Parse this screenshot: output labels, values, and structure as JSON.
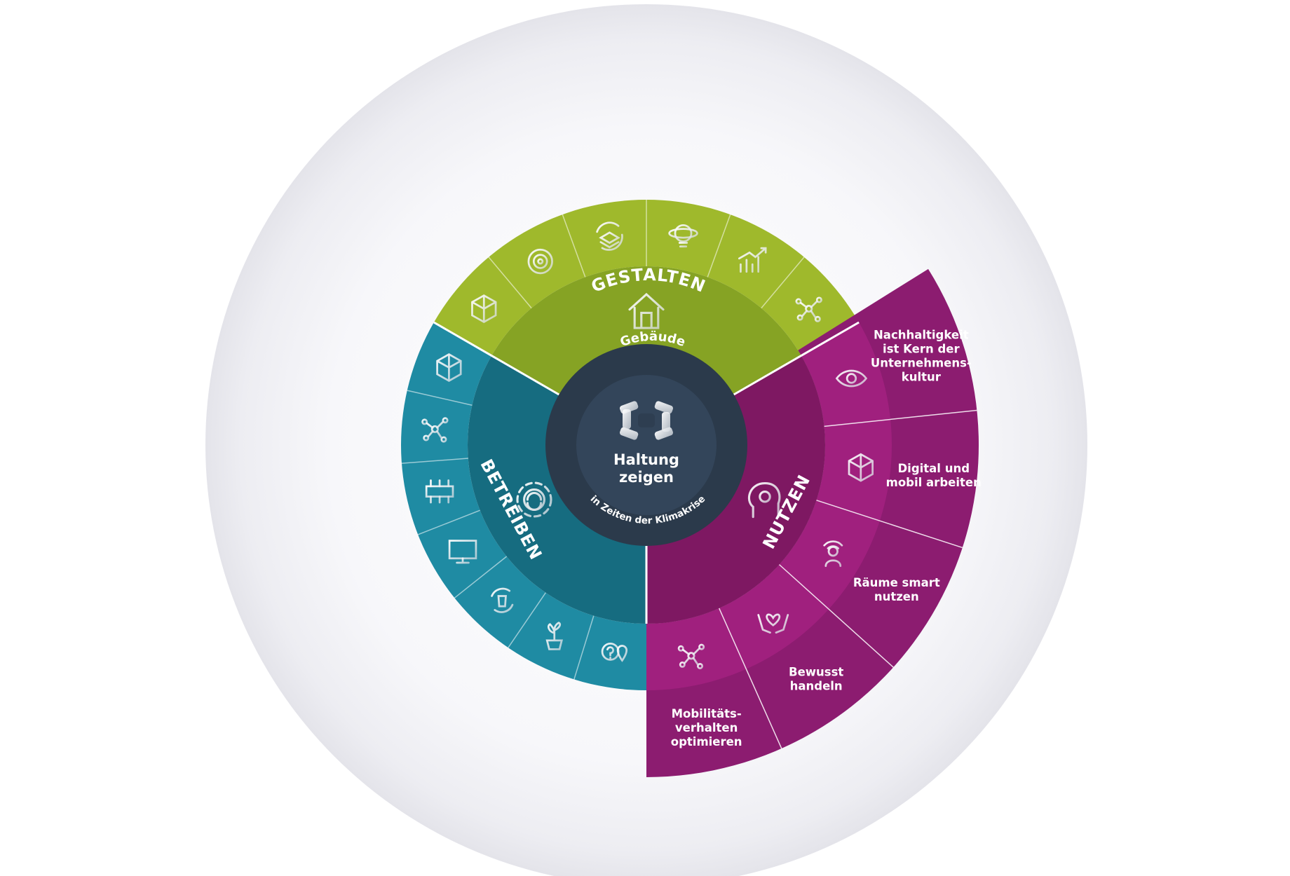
{
  "center": {
    "top_label": "Gebäude",
    "title_line1": "Haltung",
    "title_line2": "zeigen",
    "bottom_label": "in Zeiten der Klimakrise",
    "icon": "hands-circle-icon"
  },
  "segments": {
    "gestalten": {
      "label": "GESTALTEN",
      "color": "#86a324",
      "outer_color": "#9fb92c",
      "center_icon": "building-icon",
      "outer_icons": [
        "cube-icon",
        "target-icon",
        "layers-cycle-icon",
        "lightbulb-icon",
        "chart-growth-icon",
        "network-icon"
      ]
    },
    "betreiben": {
      "label": "BETREIBEN",
      "color": "#166c80",
      "outer_color": "#1f8ba3",
      "center_icon": "gear-icon",
      "outer_icons": [
        "location-question-icon",
        "plant-icon",
        "recycle-icon",
        "monitor-icon",
        "sensor-grid-icon",
        "network-icon",
        "cube-icon"
      ]
    },
    "nutzen": {
      "label": "NUTZEN",
      "color": "#7e1862",
      "outer_color": "#a0207e",
      "center_icon": "head-idea-icon",
      "outer_icons": [
        "eye-icon",
        "box-3d-icon",
        "person-wifi-icon",
        "hands-heart-icon",
        "network-icon"
      ],
      "outer_labels": [
        [
          "Nachhaltigkeit",
          "ist Kern der",
          "Unternehmens-",
          "kultur"
        ],
        [
          "Digital und",
          "mobil arbeiten"
        ],
        [
          "Räume smart",
          "nutzen"
        ],
        [
          "Bewusst",
          "handeln"
        ],
        [
          "Mobilitäts-",
          "verhalten",
          "optimieren"
        ]
      ]
    }
  },
  "colors": {
    "center_outer": "#2b3a4b",
    "center_inner": "#34465a",
    "halo": "#ececf1"
  }
}
